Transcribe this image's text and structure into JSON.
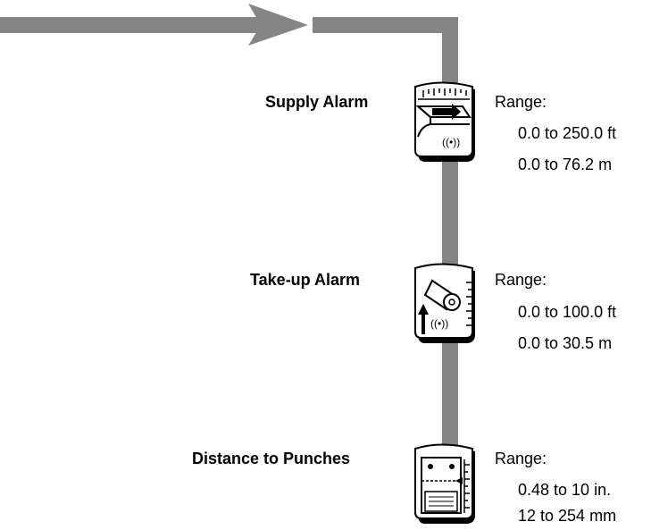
{
  "items": [
    {
      "label": "Supply Alarm",
      "icon": "supply-alarm-icon",
      "range_title": "Range:",
      "range_values": [
        "0.0 to 250.0 ft",
        "0.0 to 76.2 m"
      ]
    },
    {
      "label": "Take-up Alarm",
      "icon": "take-up-alarm-icon",
      "range_title": "Range:",
      "range_values": [
        "0.0 to 100.0 ft",
        "0.0 to 30.5 m"
      ]
    },
    {
      "label": "Distance to Punches",
      "icon": "distance-to-punches-icon",
      "range_title": "Range:",
      "range_values": [
        "0.48 to 10 in.",
        "12 to 254 mm"
      ]
    }
  ],
  "colors": {
    "path": "#858585",
    "icon_stroke": "#000000",
    "icon_fill": "#ffffff"
  }
}
